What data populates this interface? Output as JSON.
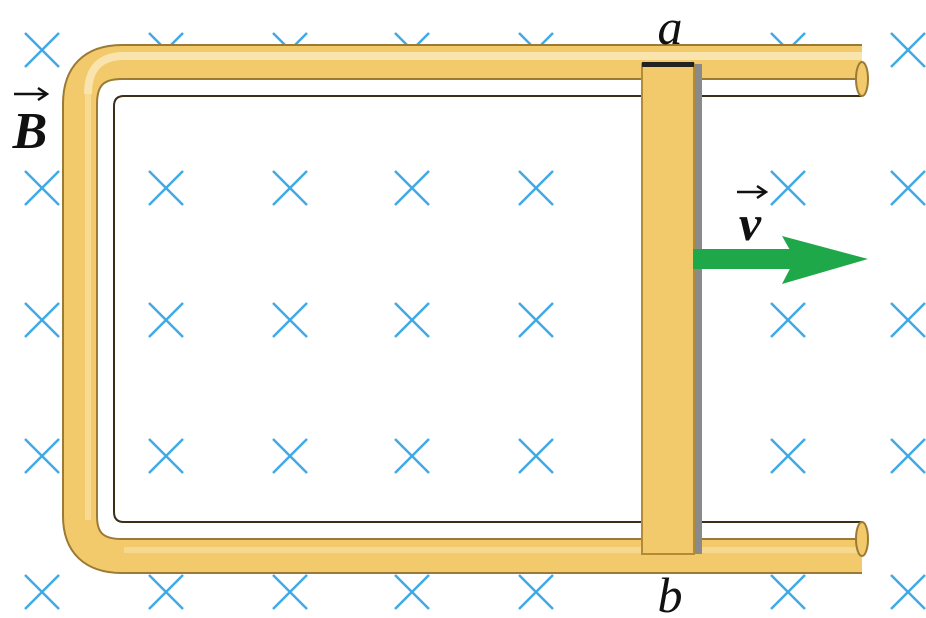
{
  "labels": {
    "field": "B",
    "velocity": "v",
    "top_end": "a",
    "bottom_end": "b"
  },
  "colors": {
    "field_marks": "#3fa9e6",
    "rail_fill": "#f2c96b",
    "rail_edge": "#9a7a35",
    "rod_fill": "#f2c96b",
    "velocity_arrow": "#1fa84a"
  },
  "field": {
    "direction": "into-page",
    "symbol": "cross"
  }
}
